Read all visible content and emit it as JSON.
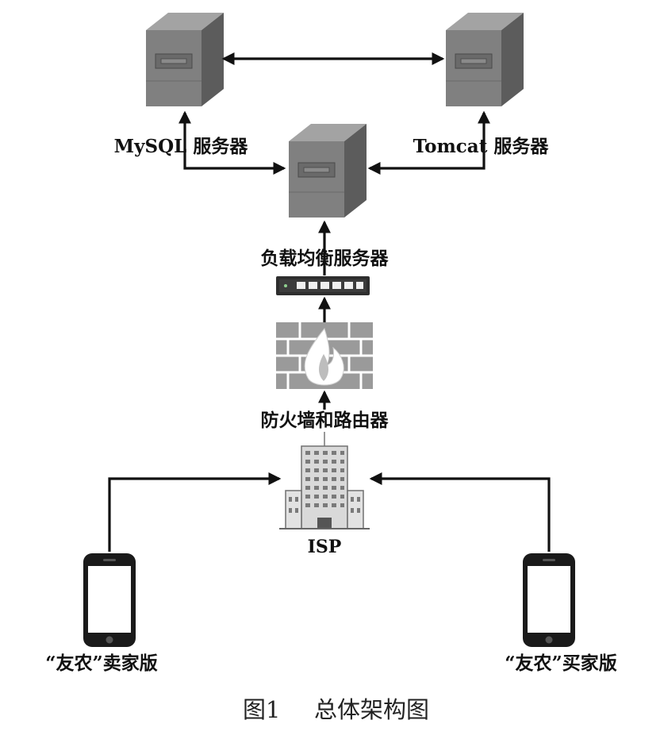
{
  "nodes": {
    "mysql_label": "MySQL 服务器",
    "tomcat_label": "Tomcat 服务器",
    "load_balancer_label": "负载均衡服务器",
    "firewall_label": "防火墙和路由器",
    "isp_label": "ISP",
    "seller_app_label": "“友农”卖家版",
    "buyer_app_label": "“友农”买家版"
  },
  "caption": {
    "number": "图1",
    "title": "总体架构图"
  },
  "icons": {
    "server": "server-tower-icon",
    "switch": "network-switch-icon",
    "firewall": "firewall-icon",
    "building": "office-building-icon",
    "phone": "smartphone-icon"
  },
  "colors": {
    "server_body": "#7d7d7d",
    "server_dark": "#5a5a5a",
    "server_light": "#a0a0a0",
    "arrow": "#111111",
    "phone": "#1a1a1a"
  }
}
